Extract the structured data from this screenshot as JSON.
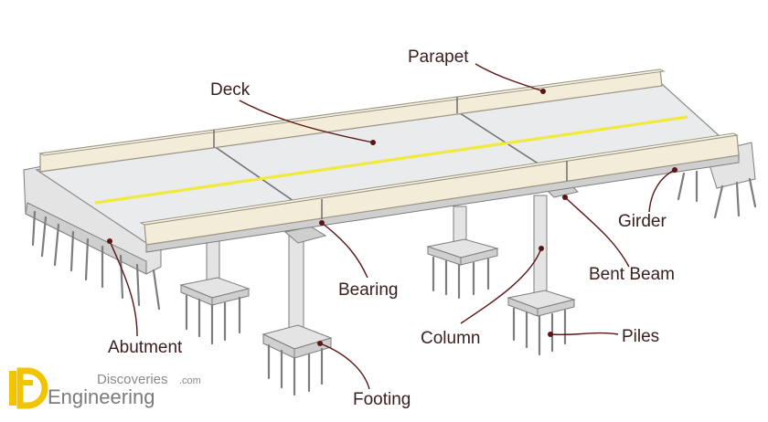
{
  "diagram": {
    "labels": {
      "parapet": "Parapet",
      "deck": "Deck",
      "girder": "Girder",
      "bent_beam": "Bent Beam",
      "bearing": "Bearing",
      "column": "Column",
      "piles": "Piles",
      "abutment": "Abutment",
      "footing": "Footing"
    }
  },
  "watermark": {
    "site": "Discoveries",
    "tld": ".com",
    "brand": "Engineering"
  },
  "colors": {
    "leader": "#5a1616",
    "center_line": "#f1ea3c",
    "parapet": "#f2ecd8",
    "concrete": "#e4e4e4"
  }
}
